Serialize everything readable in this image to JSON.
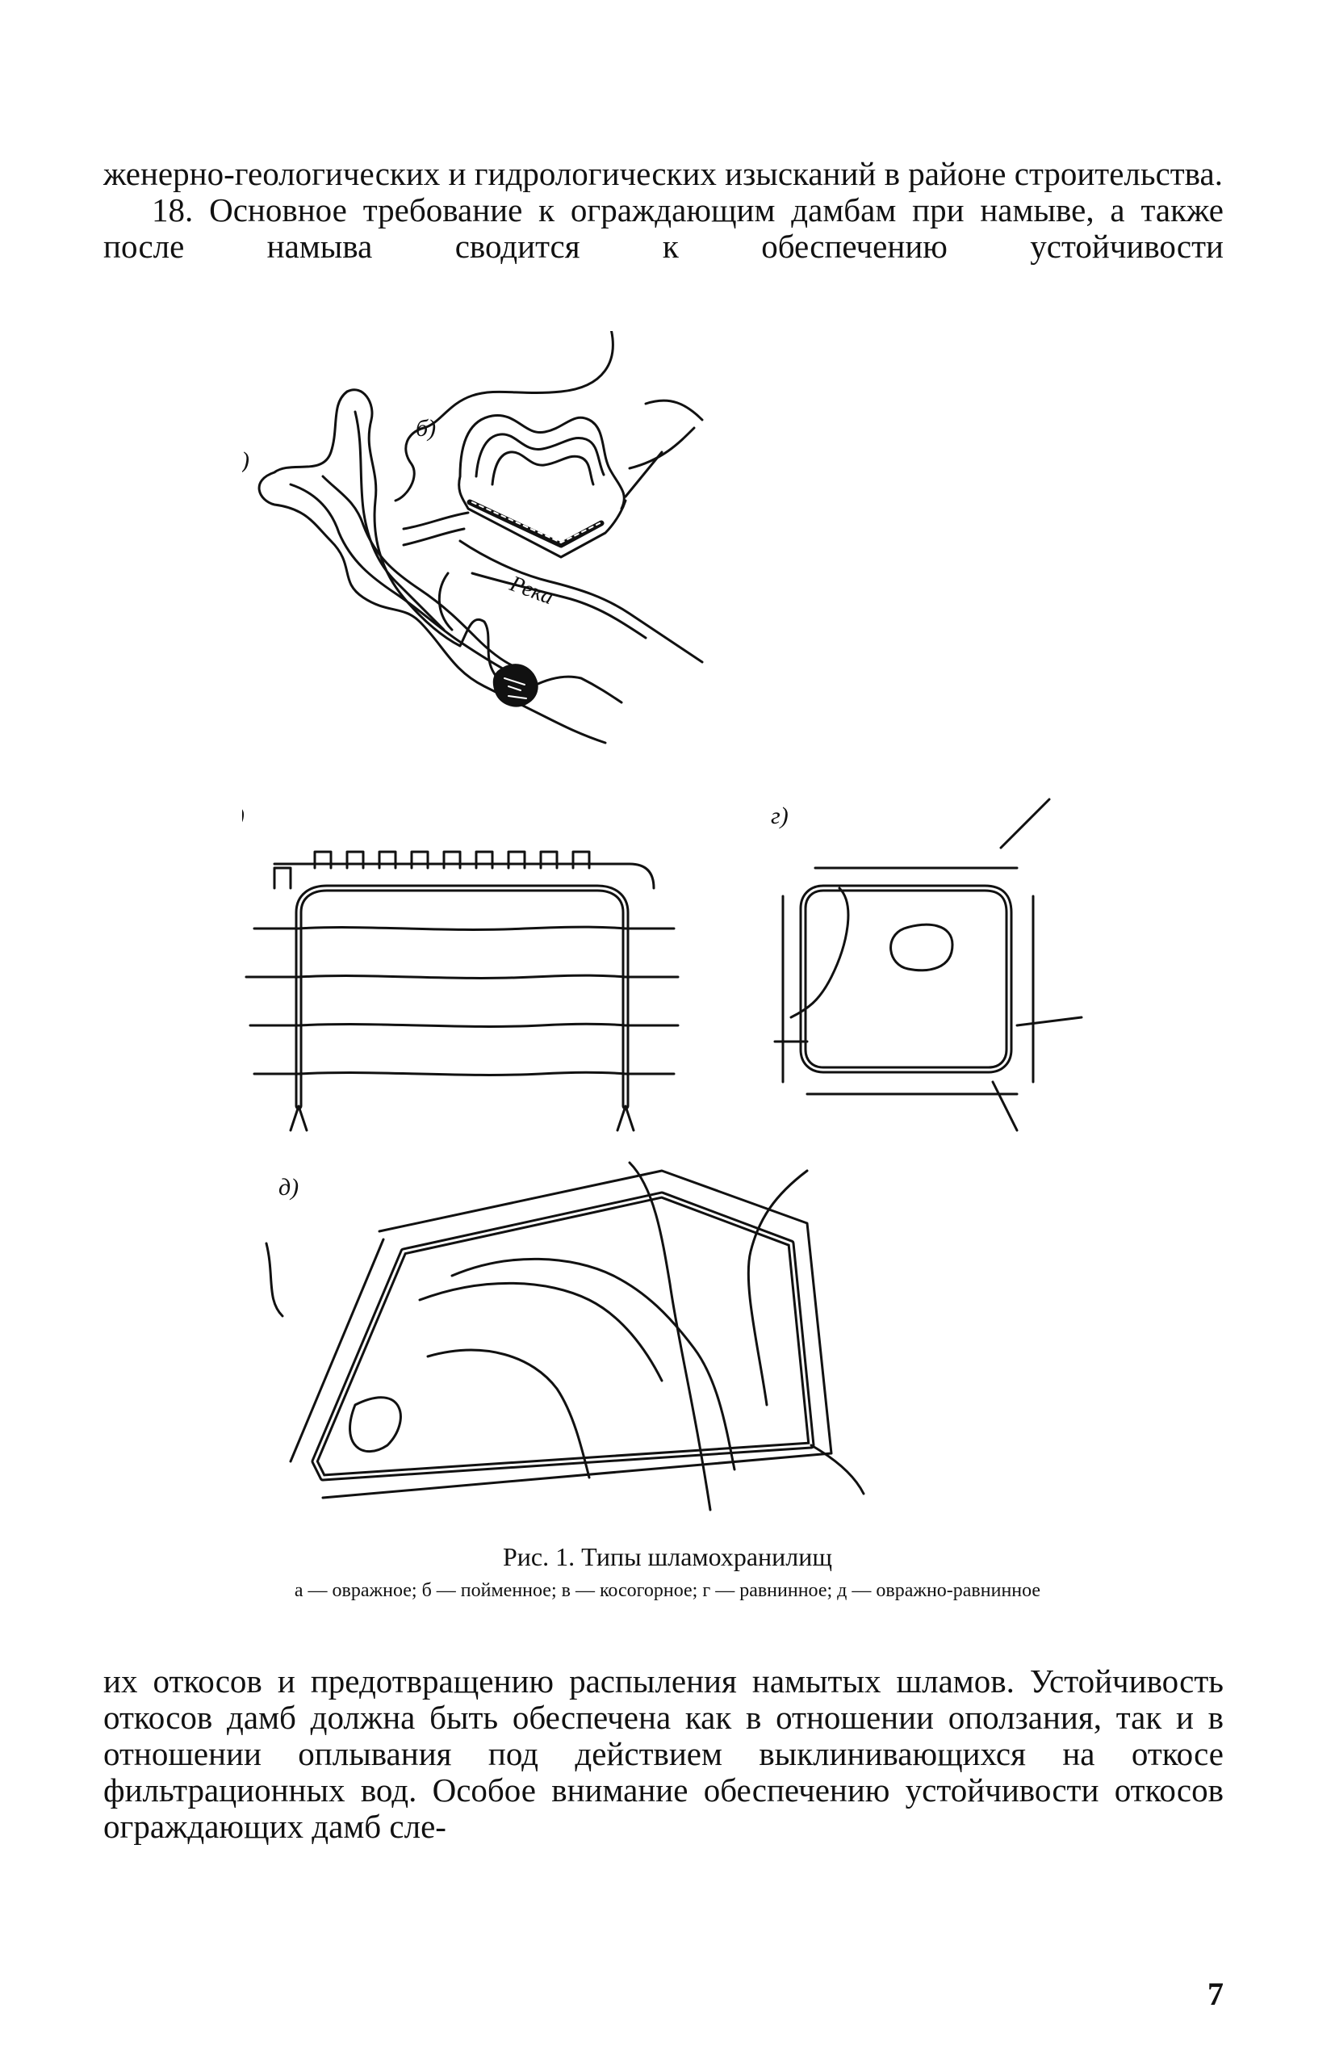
{
  "top_text": {
    "para1": "женерно-геологических и гидрологических изысканий в районе строительства.",
    "para2": "18. Основное требование к ограждающим дамбам при намыве, а также после намыва сводится к обеспечению устойчивости"
  },
  "figure": {
    "labels": {
      "a": "а)",
      "b": "б)",
      "v": "в)",
      "g": "г)",
      "d": "д)"
    },
    "river_label": "Река",
    "caption_title": "Рис. 1. Типы шламохранилищ",
    "caption_legend": "а — овражное; б — пойменное; в — косогорное; г — равнинное; д — овражно-равнинное"
  },
  "bottom_text": {
    "para": "их откосов и предотвращению распыления намытых шламов. Устойчивость откосов дамб должна быть обеспечена как в отношении оползания, так и в отношении оплывания под действием выклинивающихся на откосе фильтрационных вод. Особое внимание обеспечению устойчивости откосов ограждающих дамб сле-"
  },
  "page_number": "7"
}
